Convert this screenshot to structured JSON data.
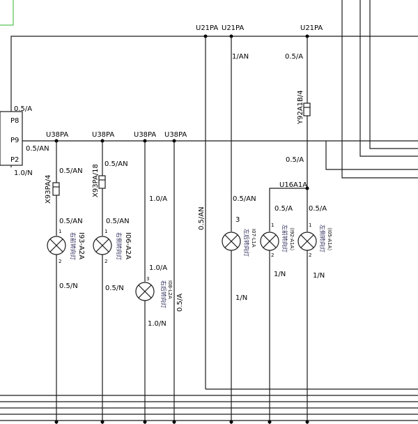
{
  "splices": {
    "u21pa_1": "U21PA",
    "u21pa_2": "U21PA",
    "u21pa_3": "U21PA",
    "u38pa_1": "U38PA",
    "u38pa_2": "U38PA",
    "u38pa_3": "U38PA",
    "u38pa_4": "U38PA",
    "u16a1a": "U16A1A"
  },
  "module": {
    "pins": [
      "P8",
      "P9",
      "P2"
    ],
    "wire_p8": "0.5/A",
    "wire_p9": "0.5/AN",
    "wire_p2": "1.0/N"
  },
  "wires": {
    "w_1an": "1/AN",
    "w_05a_top": "0.5/A",
    "w_05a_mid": "0.5/A",
    "w_05an_c1_top": "0.5/AN",
    "w_05an_c2_top": "0.5/AN",
    "w_10a": "1.0/A",
    "w_05an_vert": "0.5/AN",
    "w_05an_c1": "0.5/AN",
    "w_05an_c2": "0.5/AN",
    "w_05an_l3": "0.5/AN",
    "w_05a_l4": "0.5/A",
    "w_05a_l5": "0.5/A",
    "w_10a_l3": "1.0/A",
    "w_05a_vert": "0.5/A",
    "w_05n_1": "0.5/N",
    "w_05n_2": "0.5/N",
    "w_10n": "1.0/N",
    "w_1n_1": "1/N",
    "w_1n_2": "1/N",
    "w_1n_3": "1/N"
  },
  "connectors": {
    "x93pa4": "X93PA/4",
    "x93pa18": "X93PA/18",
    "y92a1b4": "Y92A1B/4"
  },
  "lamps": {
    "l1_name": "右前转向灯",
    "l1_id": "I93-A2A",
    "l2_name": "右侧转向灯",
    "l2_id": "I06-A2A",
    "l3_name": "右后转向灯",
    "l3_id": "I08-L2A",
    "l4_name": "左后转向灯",
    "l4_id": "I07-L1A",
    "l5_name": "左前转向灯",
    "l5_id": "（I92-A1A）",
    "l6_name": "左侧转向灯",
    "l6_id": "（I05-A1A）"
  },
  "pins": {
    "p1": "1",
    "p2": "2",
    "p3": "3"
  },
  "colors": {
    "wire": "#1a1a1a",
    "frame": "#2db52d",
    "text": "#000000"
  }
}
